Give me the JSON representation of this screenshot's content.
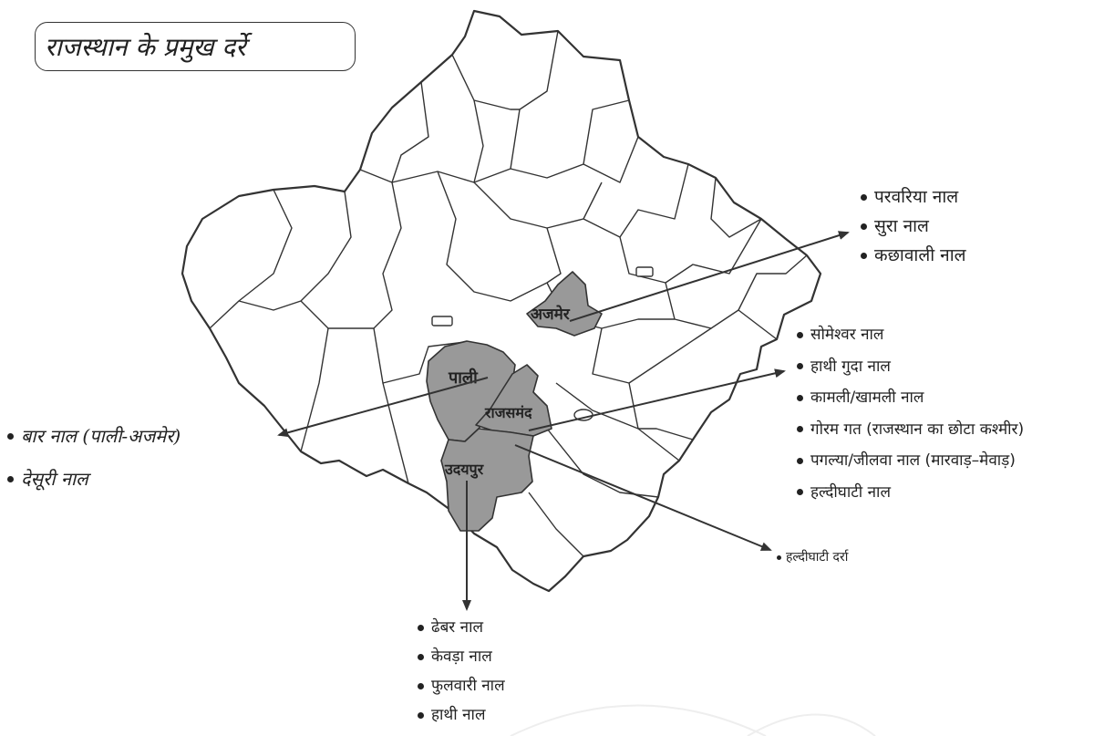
{
  "title": "राजस्थान के प्रमुख दर्रे",
  "districts": {
    "ajmer": "अजमेर",
    "pali": "पाली",
    "rajsamand": "राजसमंद",
    "udaipur": "उदयपुर"
  },
  "passes": {
    "ajmer": [
      "परवरिया नाल",
      "सुरा नाल",
      "कछावाली नाल"
    ],
    "rajsamand": [
      "सोमेश्वर नाल",
      "हाथी गुदा नाल",
      "कामली/खामली नाल",
      "गोरम गत (राजस्थान का छोटा कश्मीर)",
      "पगल्या/जीलवा नाल (मारवाड़–मेवाड़)",
      "हल्दीघाटी नाल"
    ],
    "haldighati": [
      "हल्दीघाटी दर्रा"
    ],
    "pali": [
      "बार नाल (पाली-अजमेर)",
      "देसूरी नाल"
    ],
    "udaipur": [
      "ढेबर नाल",
      "केवड़ा नाल",
      "फुलवारी नाल",
      "हाथी नाल"
    ]
  },
  "colors": {
    "highlight": "#999999",
    "outline": "#333333",
    "fill": "#ffffff"
  },
  "icons": {
    "bullet": "bullet-dot-icon",
    "arrow": "arrow-icon"
  }
}
